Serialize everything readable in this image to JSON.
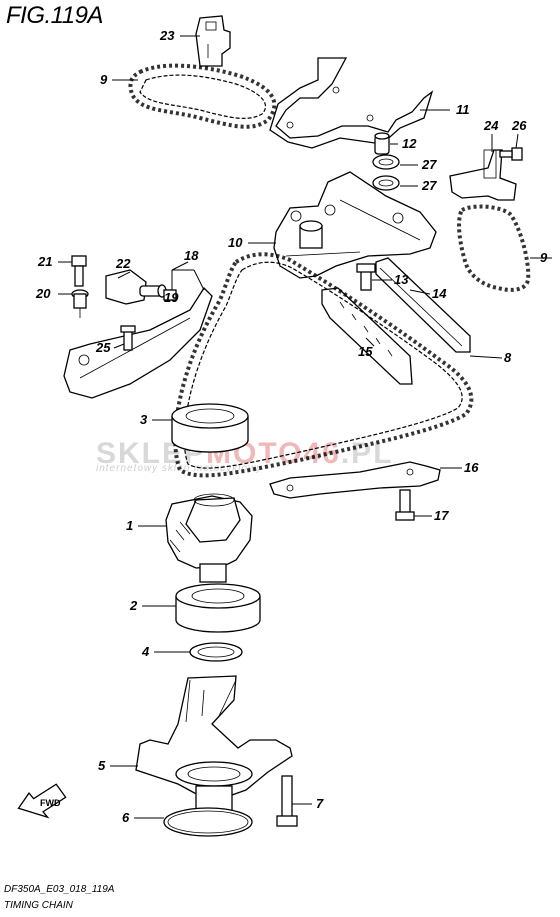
{
  "figure": {
    "title": "FIG.119A"
  },
  "watermark": {
    "brand_a": "SKLEP",
    "brand_b": "MOTO46",
    "brand_c": ".PL",
    "sub": "internetowy sklep motocyklowy"
  },
  "fwd_label": "FWD",
  "footer": {
    "code": "DF350A_E03_018_119A",
    "caption": "TIMING CHAIN"
  },
  "callouts": [
    {
      "id": "23",
      "label": "23"
    },
    {
      "id": "9a",
      "label": "9"
    },
    {
      "id": "11",
      "label": "11"
    },
    {
      "id": "24",
      "label": "24"
    },
    {
      "id": "26",
      "label": "26"
    },
    {
      "id": "12",
      "label": "12"
    },
    {
      "id": "27a",
      "label": "27"
    },
    {
      "id": "27b",
      "label": "27"
    },
    {
      "id": "10",
      "label": "10"
    },
    {
      "id": "9b",
      "label": "9"
    },
    {
      "id": "22",
      "label": "22"
    },
    {
      "id": "18",
      "label": "18"
    },
    {
      "id": "13",
      "label": "13"
    },
    {
      "id": "14",
      "label": "14"
    },
    {
      "id": "21",
      "label": "21"
    },
    {
      "id": "19",
      "label": "19"
    },
    {
      "id": "20",
      "label": "20"
    },
    {
      "id": "25",
      "label": "25"
    },
    {
      "id": "15",
      "label": "15"
    },
    {
      "id": "8",
      "label": "8"
    },
    {
      "id": "3",
      "label": "3"
    },
    {
      "id": "16",
      "label": "16"
    },
    {
      "id": "17",
      "label": "17"
    },
    {
      "id": "1",
      "label": "1"
    },
    {
      "id": "2",
      "label": "2"
    },
    {
      "id": "4",
      "label": "4"
    },
    {
      "id": "5",
      "label": "5"
    },
    {
      "id": "7",
      "label": "7"
    },
    {
      "id": "6",
      "label": "6"
    }
  ]
}
